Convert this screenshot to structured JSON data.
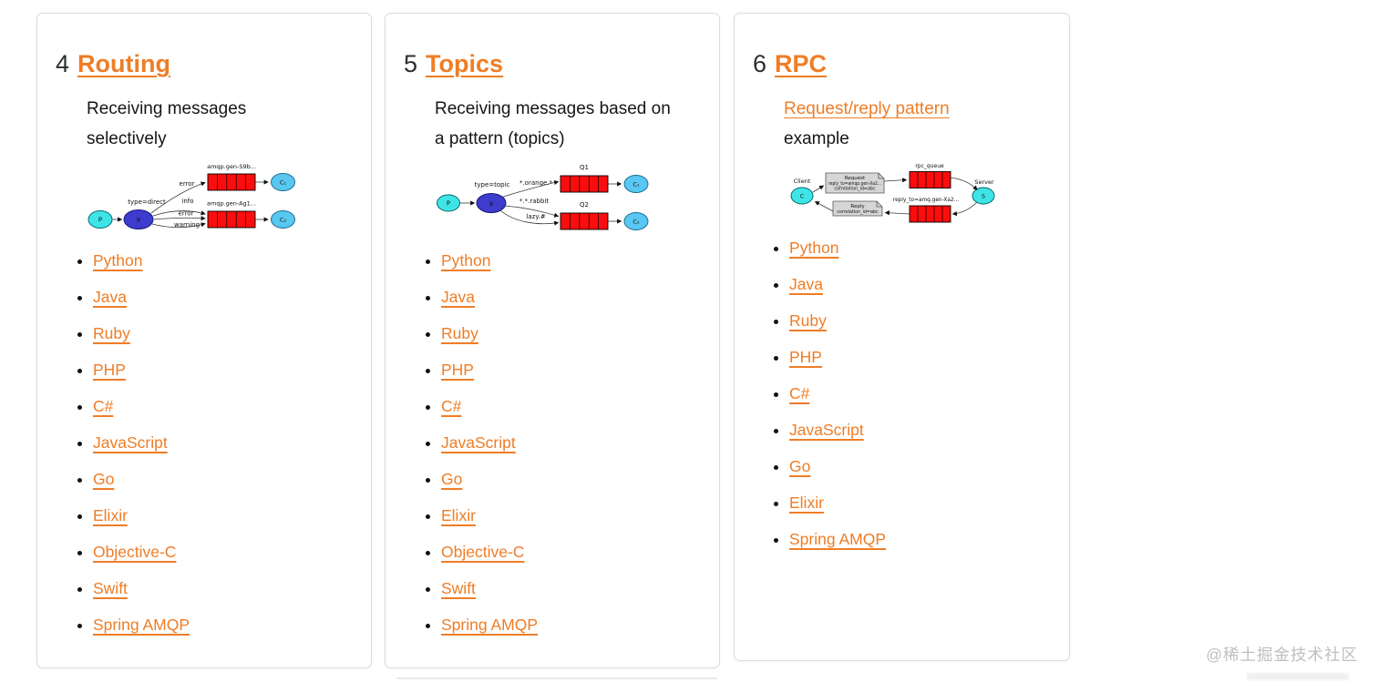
{
  "colors": {
    "accent_orange": "#ef7d26",
    "text_dark": "#1c1c1c",
    "card_border": "#dcdcdc",
    "watermark_gray": "#bfbfbf",
    "producer_cyan": "#3fe5e6",
    "consumer_blue": "#58c7f1",
    "exchange_indigo": "#3d3ccc",
    "queue_red": "#fb0d0d",
    "note_gray": "#d6d6d6"
  },
  "watermark": {
    "text": "@稀土掘金技术社区"
  },
  "cards": [
    {
      "number": "4",
      "title": "Routing",
      "description": "Receiving messages selectively",
      "languages": [
        "Python",
        "Java",
        "Ruby",
        "PHP",
        "C#",
        "JavaScript",
        "Go",
        "Elixir",
        "Objective-C",
        "Swift",
        "Spring AMQP"
      ],
      "diagram": {
        "producer": "P",
        "exchange": "x",
        "exchange_type": "type=direct",
        "bindings": [
          "error",
          "info",
          "error",
          "warning"
        ],
        "queues": [
          "amqp.gen-S9b...",
          "amqp.gen-Ag1..."
        ],
        "consumers": [
          "C₁",
          "C₂"
        ]
      }
    },
    {
      "number": "5",
      "title": "Topics",
      "description": "Receiving messages based on a pattern (topics)",
      "languages": [
        "Python",
        "Java",
        "Ruby",
        "PHP",
        "C#",
        "JavaScript",
        "Go",
        "Elixir",
        "Objective-C",
        "Swift",
        "Spring AMQP"
      ],
      "diagram": {
        "producer": "P",
        "exchange": "x",
        "exchange_type": "type=topic",
        "bindings": [
          "*.orange.*",
          "*.*.rabbit",
          "lazy.#"
        ],
        "queues": [
          "Q1",
          "Q2"
        ],
        "consumers": [
          "C₁",
          "C₂"
        ]
      }
    },
    {
      "number": "6",
      "title": "RPC",
      "description_link": "Request/reply pattern",
      "description_rest": "example",
      "languages": [
        "Python",
        "Java",
        "Ruby",
        "PHP",
        "C#",
        "JavaScript",
        "Go",
        "Elixir",
        "Spring AMQP"
      ],
      "diagram": {
        "client_label": "Client",
        "server_label": "Server",
        "client": "C",
        "server": "S",
        "request_title": "Request",
        "request_line1": "reply_to=amqp.gen-Xa2...",
        "request_line2": "correlation_id=abc",
        "reply_title": "Reply",
        "reply_line1": "correlation_id=abc",
        "queue_label": "rpc_queue",
        "reply_to_label": "reply_to=amq.gen-Xa2..."
      }
    }
  ]
}
